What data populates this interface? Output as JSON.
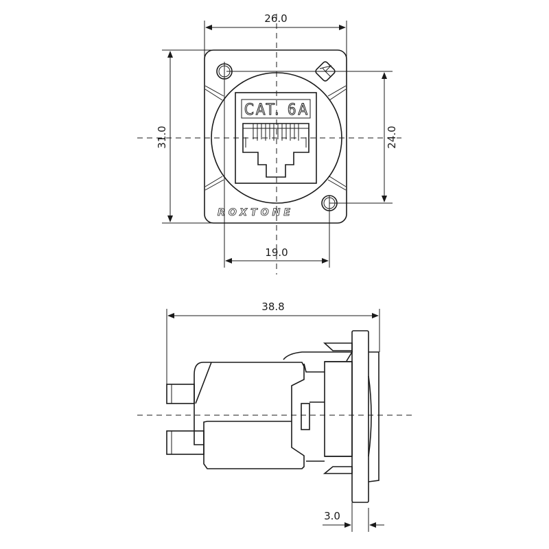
{
  "top_view": {
    "label_text": "CAT. 6A",
    "brand": "ROXTONE",
    "dimensions": {
      "width": "26.0",
      "height": "31.0",
      "hole_vertical": "24.0",
      "hole_horizontal": "19.0"
    }
  },
  "side_view": {
    "dimensions": {
      "depth": "38.8",
      "flange": "3.0"
    }
  }
}
